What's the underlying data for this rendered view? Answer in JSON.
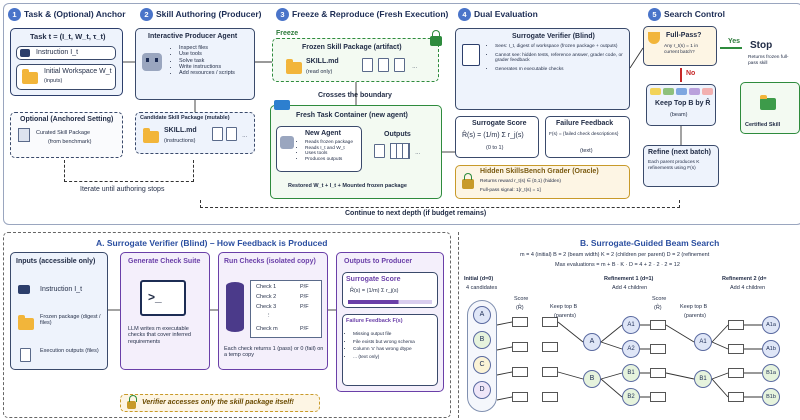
{
  "steps": {
    "s1": {
      "num": "1",
      "title": "Task & (Optional) Anchor"
    },
    "s2": {
      "num": "2",
      "title": "Skill Authoring (Producer)"
    },
    "s3": {
      "num": "3",
      "title": "Freeze & Reproduce (Fresh Execution)"
    },
    "s4": {
      "num": "4",
      "title": "Dual Evaluation"
    },
    "s5": {
      "num": "5",
      "title": "Search Control"
    }
  },
  "task": {
    "title": "Task t = (I_t, W_t, τ_t)",
    "instruction": "Instruction I_t",
    "workspace": "Initial Workspace W_t",
    "workspace_sub": "(inputs)"
  },
  "anchor": {
    "title": "Optional (Anchored Setting)",
    "label": "Curated Skill Package",
    "sub": "(from benchmark)"
  },
  "producer": {
    "title": "Interactive Producer Agent",
    "bullets": [
      "Inspect files",
      "Use tools",
      "Solve task",
      "Write instructions",
      "Add resources / scripts"
    ]
  },
  "candidate": {
    "title": "Candidate Skill Package (mutable)",
    "file": "SKILL.md",
    "sub": "(instructions)"
  },
  "freeze": {
    "label": "Freeze",
    "title": "Frozen Skill Package (artifact)",
    "file": "SKILL.md",
    "sub": "(read only)",
    "crosses": "Crosses the boundary"
  },
  "container": {
    "title": "Fresh Task Container (new agent)",
    "agent_title": "New Agent",
    "agent_bullets": [
      "Reads frozen package",
      "Reads I_t and W_t",
      "Uses tools",
      "Produces outputs"
    ],
    "outputs": "Outputs",
    "restored": "Restored W_t + I_t + Mounted frozen package"
  },
  "verifier": {
    "title": "Surrogate Verifier (Blind)",
    "bullets": [
      "Sees: I_t, digest of workspace (frozen package + outputs)",
      "Cannot see: hidden tests, reference answer, grader code, or grader feedback",
      "Generates m executable checks"
    ]
  },
  "score": {
    "title": "Surrogate Score",
    "formula": "R̂(s) = (1/m) Σ r_j(s)",
    "sub": "(0 to 1)"
  },
  "feedback": {
    "title": "Failure Feedback",
    "formula": "F(s) = {failed check descriptions}",
    "sub": "(text)"
  },
  "grader": {
    "title": "Hidden SkillsBench Grader (Oracle)",
    "line1": "Returns reward r_t(s) ∈ {0,1} (hidden)",
    "line2": "Full-pass signal: 1[r_t(s) = 1]"
  },
  "control": {
    "fullpass_q": "Full-Pass?",
    "fullpass_sub": "Any r_t(s) = 1 in current batch?",
    "yes": "Yes",
    "no": "No",
    "stop": "Stop",
    "stop_sub": "Returns frozen full-pass skill",
    "certified": "Certified Skill",
    "keeptop": "Keep Top B by R̂",
    "beam": "(beam)",
    "refine_title": "Refine (next batch)",
    "refine_sub": "Each parent produces K refinements using F(s)"
  },
  "loop": {
    "iterate": "Iterate until authoring stops",
    "depth": "Continue to next depth (if budget remains)"
  },
  "sectionA": {
    "title": "A. Surrogate Verifier (Blind) – How Feedback is Produced",
    "inputs_title": "Inputs (accessible only)",
    "inputs": [
      "Instruction I_t",
      "Frozen package (digest / files)",
      "Execution outputs (files)"
    ],
    "gen_title": "Generate Check Suite",
    "gen_text": "LLM writes m executable checks that cover inferred requirements",
    "run_title": "Run Checks (isolated copy)",
    "checks": [
      "Check 1",
      "Check 2",
      "Check 3",
      "⋮",
      "Check m"
    ],
    "pf": "P/F",
    "run_note": "Each check returns 1 (pass) or 0 (fail) on a temp copy",
    "out_title": "Outputs to Producer",
    "out_score": "Surrogate Score",
    "out_formula": "R̂(s) = (1/m) Σ r_j(s)",
    "out_fb": "Failure Feedback F(s)",
    "out_fb_items": [
      "Missing output file",
      "File exists but wrong schema",
      "Column 'x' has wrong dtype",
      "... (text only)"
    ],
    "note": "Verifier accesses only the skill package itself!"
  },
  "sectionB": {
    "title": "B. Surrogate-Guided Beam Search",
    "params": "m = 4 (initial)   B = 2 (beam width)   K = 2 (children per parent)   D = 2 (refinement",
    "maxeval": "Max evaluations = m + B · K · D = 4 + 2 · 2 · 2 = 12",
    "init_title": "Initial (d=0)",
    "init_sub": "4 candidates",
    "score_label": "Score",
    "score_sym": "(R̂)",
    "keep_label": "Keep top B",
    "keep_sub": "(parents)",
    "ref1_title": "Refinement 1 (d=1)",
    "ref1_sub": "Add 4 children",
    "ref2_title": "Refinement 2 (d=",
    "ref2_sub": "Add 4 children",
    "nodes0": [
      "A",
      "B",
      "C",
      "D"
    ],
    "parents1": [
      "A",
      "B"
    ],
    "children1": [
      "A1",
      "A2",
      "B1",
      "B2"
    ],
    "parents2": [
      "A1",
      "B1"
    ],
    "children2": [
      "A1a",
      "A1b",
      "B1a",
      "B1b"
    ]
  },
  "colors": {
    "accent": "#4a74c9",
    "green": "#2e8b3d",
    "red": "#c62828",
    "gold": "#f2b53a",
    "purple": "#6a3fa8"
  }
}
